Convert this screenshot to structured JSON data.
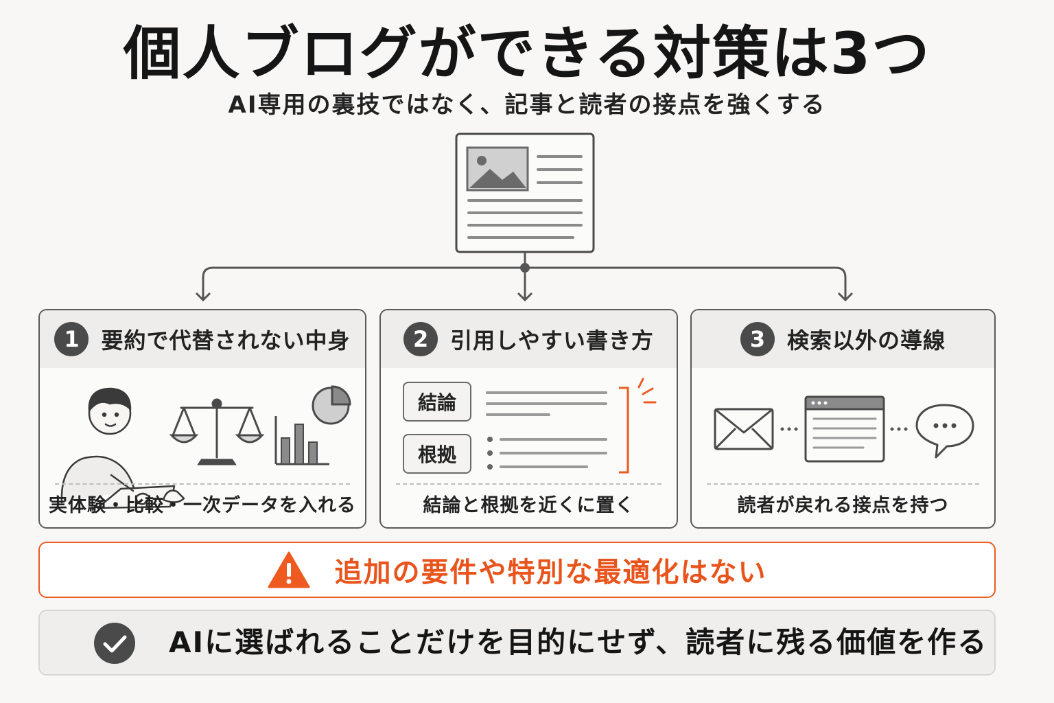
{
  "title": "個人ブログができる対策は3つ",
  "subtitle": "AI専用の裏技ではなく、記事と読者の接点を強くする",
  "cards": [
    {
      "number": "1",
      "title": "要約で代替されない中身",
      "caption": "実体験・比較・一次データを入れる",
      "icons": [
        "person-writing-icon",
        "balance-scale-icon",
        "bar-chart-icon",
        "pie-chart-icon"
      ]
    },
    {
      "number": "2",
      "title": "引用しやすい書き方",
      "caption": "結論と根拠を近くに置く",
      "tags": [
        "結論",
        "根拠"
      ]
    },
    {
      "number": "3",
      "title": "検索以外の導線",
      "caption": "読者が戻れる接点を持つ",
      "icons": [
        "envelope-icon",
        "browser-window-icon",
        "speech-bubble-icon"
      ]
    }
  ],
  "warning": {
    "text": "追加の要件や特別な最適化はない",
    "icon": "warning-triangle-icon",
    "color": "#e8541b"
  },
  "conclusion": {
    "text": "AIに選ばれることだけを目的にせず、読者に残る価値を作る",
    "icon": "check-circle-icon"
  },
  "colors": {
    "accent": "#e8541b",
    "dark": "#4a4a4a",
    "background": "#f8f7f5"
  }
}
